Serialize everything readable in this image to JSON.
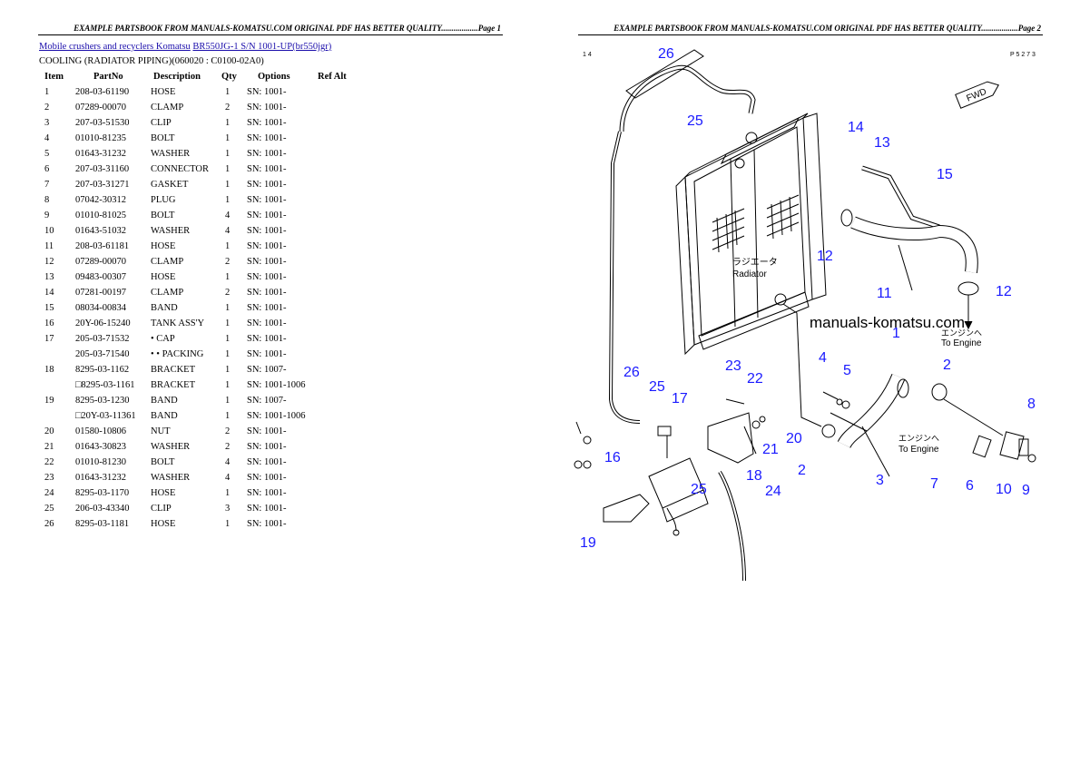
{
  "page1": {
    "header": "EXAMPLE PARTSBOOK FROM MANUALS-KOMATSU.COM ORIGINAL PDF HAS BETTER QUALITY..................Page 1",
    "breadcrumb_link1": "Mobile crushers and recyclers Komatsu",
    "breadcrumb_link2": "BR550JG-1 S/N 1001-UP(br550jgr)",
    "subtitle": "COOLING (RADIATOR PIPING)(060020 : C0100-02A0)",
    "columns": [
      "Item",
      "PartNo",
      "Description",
      "Qty",
      "Options",
      "Ref Alt"
    ],
    "rows": [
      {
        "item": "1",
        "part": "208-03-61190",
        "desc": "HOSE",
        "qty": "1",
        "opt": "SN: 1001-"
      },
      {
        "item": "2",
        "part": "07289-00070",
        "desc": "CLAMP",
        "qty": "2",
        "opt": "SN: 1001-"
      },
      {
        "item": "3",
        "part": "207-03-51530",
        "desc": "CLIP",
        "qty": "1",
        "opt": "SN: 1001-"
      },
      {
        "item": "4",
        "part": "01010-81235",
        "desc": "BOLT",
        "qty": "1",
        "opt": "SN: 1001-"
      },
      {
        "item": "5",
        "part": "01643-31232",
        "desc": "WASHER",
        "qty": "1",
        "opt": "SN: 1001-"
      },
      {
        "item": "6",
        "part": "207-03-31160",
        "desc": "CONNECTOR",
        "qty": "1",
        "opt": "SN: 1001-"
      },
      {
        "item": "7",
        "part": "207-03-31271",
        "desc": "GASKET",
        "qty": "1",
        "opt": "SN: 1001-"
      },
      {
        "item": "8",
        "part": "07042-30312",
        "desc": "PLUG",
        "qty": "1",
        "opt": "SN: 1001-"
      },
      {
        "item": "9",
        "part": "01010-81025",
        "desc": "BOLT",
        "qty": "4",
        "opt": "SN: 1001-"
      },
      {
        "item": "10",
        "part": "01643-51032",
        "desc": "WASHER",
        "qty": "4",
        "opt": "SN: 1001-"
      },
      {
        "item": "11",
        "part": "208-03-61181",
        "desc": "HOSE",
        "qty": "1",
        "opt": "SN: 1001-"
      },
      {
        "item": "12",
        "part": "07289-00070",
        "desc": "CLAMP",
        "qty": "2",
        "opt": "SN: 1001-"
      },
      {
        "item": "13",
        "part": "09483-00307",
        "desc": "HOSE",
        "qty": "1",
        "opt": "SN: 1001-"
      },
      {
        "item": "14",
        "part": "07281-00197",
        "desc": "CLAMP",
        "qty": "2",
        "opt": "SN: 1001-"
      },
      {
        "item": "15",
        "part": "08034-00834",
        "desc": "BAND",
        "qty": "1",
        "opt": "SN: 1001-"
      },
      {
        "item": "16",
        "part": "20Y-06-15240",
        "desc": "TANK ASS'Y",
        "qty": "1",
        "opt": "SN: 1001-"
      },
      {
        "item": "17",
        "part": "205-03-71532",
        "desc": "• CAP",
        "qty": "1",
        "opt": "SN: 1001-"
      },
      {
        "item": "",
        "part": "205-03-71540",
        "desc": "• • PACKING",
        "qty": "1",
        "opt": "SN: 1001-"
      },
      {
        "item": "18",
        "part": "8295-03-1162",
        "desc": "BRACKET",
        "qty": "1",
        "opt": "SN: 1007-"
      },
      {
        "item": "",
        "part": "□8295-03-1161",
        "desc": "BRACKET",
        "qty": "1",
        "opt": "SN: 1001-1006"
      },
      {
        "item": "19",
        "part": "8295-03-1230",
        "desc": "BAND",
        "qty": "1",
        "opt": "SN: 1007-"
      },
      {
        "item": "",
        "part": "□20Y-03-11361",
        "desc": "BAND",
        "qty": "1",
        "opt": "SN: 1001-1006"
      },
      {
        "item": "20",
        "part": "01580-10806",
        "desc": "NUT",
        "qty": "2",
        "opt": "SN: 1001-"
      },
      {
        "item": "21",
        "part": "01643-30823",
        "desc": "WASHER",
        "qty": "2",
        "opt": "SN: 1001-"
      },
      {
        "item": "22",
        "part": "01010-81230",
        "desc": "BOLT",
        "qty": "4",
        "opt": "SN: 1001-"
      },
      {
        "item": "23",
        "part": "01643-31232",
        "desc": "WASHER",
        "qty": "4",
        "opt": "SN: 1001-"
      },
      {
        "item": "24",
        "part": "8295-03-1170",
        "desc": "HOSE",
        "qty": "1",
        "opt": "SN: 1001-"
      },
      {
        "item": "25",
        "part": "206-03-43340",
        "desc": "CLIP",
        "qty": "3",
        "opt": "SN: 1001-"
      },
      {
        "item": "26",
        "part": "8295-03-1181",
        "desc": "HOSE",
        "qty": "1",
        "opt": "SN: 1001-"
      }
    ]
  },
  "page2": {
    "header": "EXAMPLE PARTSBOOK FROM MANUALS-KOMATSU.COM ORIGINAL PDF HAS BETTER QUALITY..................Page 2",
    "corner_left": "1 4",
    "corner_right": "P 5 2 7 3",
    "fwd_label": "FWD",
    "radiator_jp": "ラジエータ",
    "radiator_en": "Radiator",
    "engine_jp": "エンジンへ",
    "engine_en": "To Engine",
    "watermark": "manuals-komatsu.com",
    "callouts": [
      "26",
      "25",
      "14",
      "13",
      "15",
      "12",
      "11",
      "12",
      "1",
      "4",
      "5",
      "2",
      "8",
      "26",
      "25",
      "17",
      "23",
      "22",
      "21",
      "20",
      "2",
      "3",
      "7",
      "6",
      "10",
      "9",
      "16",
      "18",
      "25",
      "24",
      "19"
    ]
  }
}
